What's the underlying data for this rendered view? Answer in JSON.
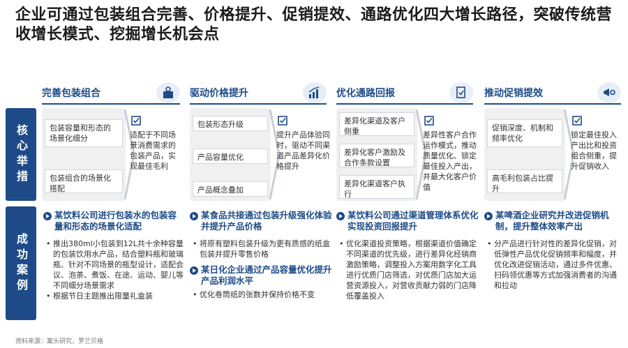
{
  "title": "企业可通过包装组合完善、价格提升、促销提效、通路优化四大增长路径，突破传统营收增长模式、挖掘增长机会点",
  "side_tabs": {
    "top": "核心举措",
    "bottom": "成功案例"
  },
  "colors": {
    "primary": "#1e4b88",
    "panel": "#f0f0f0",
    "icon_bg": "#e8eef7"
  },
  "columns": [
    {
      "header": "完善包装组合",
      "icon": "package-gear-icon",
      "cards": [
        "包装容量和形态的场景化细分",
        "包装组合的场景化搭配"
      ],
      "benefit": "适配于不同场景消费需求的包装产品，实现最佳毛利",
      "cases": [
        {
          "title": "某饮料公司进行包装水的包装容量和形态的场景化适配",
          "bullets": [
            "推出380ml小包装到12L共十余种容量的包装饮用水产品，结合塑料瓶和玻璃瓶、针对不同场景的瓶型设计，适配会议、泡茶、煮饭、在途、运动、婴儿等不同细分场景需求",
            "根据节日主题推出限量礼盒装"
          ]
        }
      ]
    },
    {
      "header": "驱动价格提升",
      "icon": "bar-chart-up-icon",
      "cards": [
        "包装形态升级",
        "产品容量优化",
        "产品概念叠加"
      ],
      "benefit": "提升产品体验同时，驱动不同渠道产品差异化价格提升",
      "cases": [
        {
          "title": "某食品共接通过包装升级强化体验并提升产品价格",
          "bullets": [
            "将原有塑料包装升级为更有质感的纸盒包装并提升零售价格"
          ]
        },
        {
          "title": "某日化企业通过产品容量优化提升产品利润水平",
          "bullets": [
            "优化卷筒纸的张数并保持价格不变"
          ]
        }
      ]
    },
    {
      "header": "优化通路回报",
      "icon": "document-check-icon",
      "cards": [
        "差异化渠道及客户侧重",
        "差异化客户激励及合作条款设置",
        "差异化渠道客户执行"
      ],
      "benefit": "差异性客户合作运作模式，推动质量优化、锁定最佳投入产出，并最大化客户价值",
      "cases": [
        {
          "title": "某饮料公司通过渠道管理体系优化实现投资回报提升",
          "bullets": [
            "优化渠道投资策略，根据渠道价值确定不同渠道的优先级，进行差异化经销商激励策略，调整投入方案用数字化工具进行优质门店筛选，对优质门店加大运营资源投入，对营收贡献力弱的门店降低覆盖投入"
          ]
        }
      ]
    },
    {
      "header": "推动促销提效",
      "icon": "megaphone-gear-icon",
      "cards": [
        "促销深度、机制和频率优化",
        "高毛利包装占比提升"
      ],
      "benefit": "锁定最佳投入产出比和投资组合侧重，提升促销收入",
      "cases": [
        {
          "title": "某啤酒企业研究并改进促销机制，提升整体效率产出",
          "bullets": [
            "分产品进行针对性的差异化促销，对低弹性产品优化促销频率和幅度，并优化改进促销活动，通过多件优惠、扫码领优惠等方式加强消费者的沟通和拉动"
          ]
        }
      ]
    }
  ],
  "source": "资料来源：案头研究，罗兰贝格"
}
